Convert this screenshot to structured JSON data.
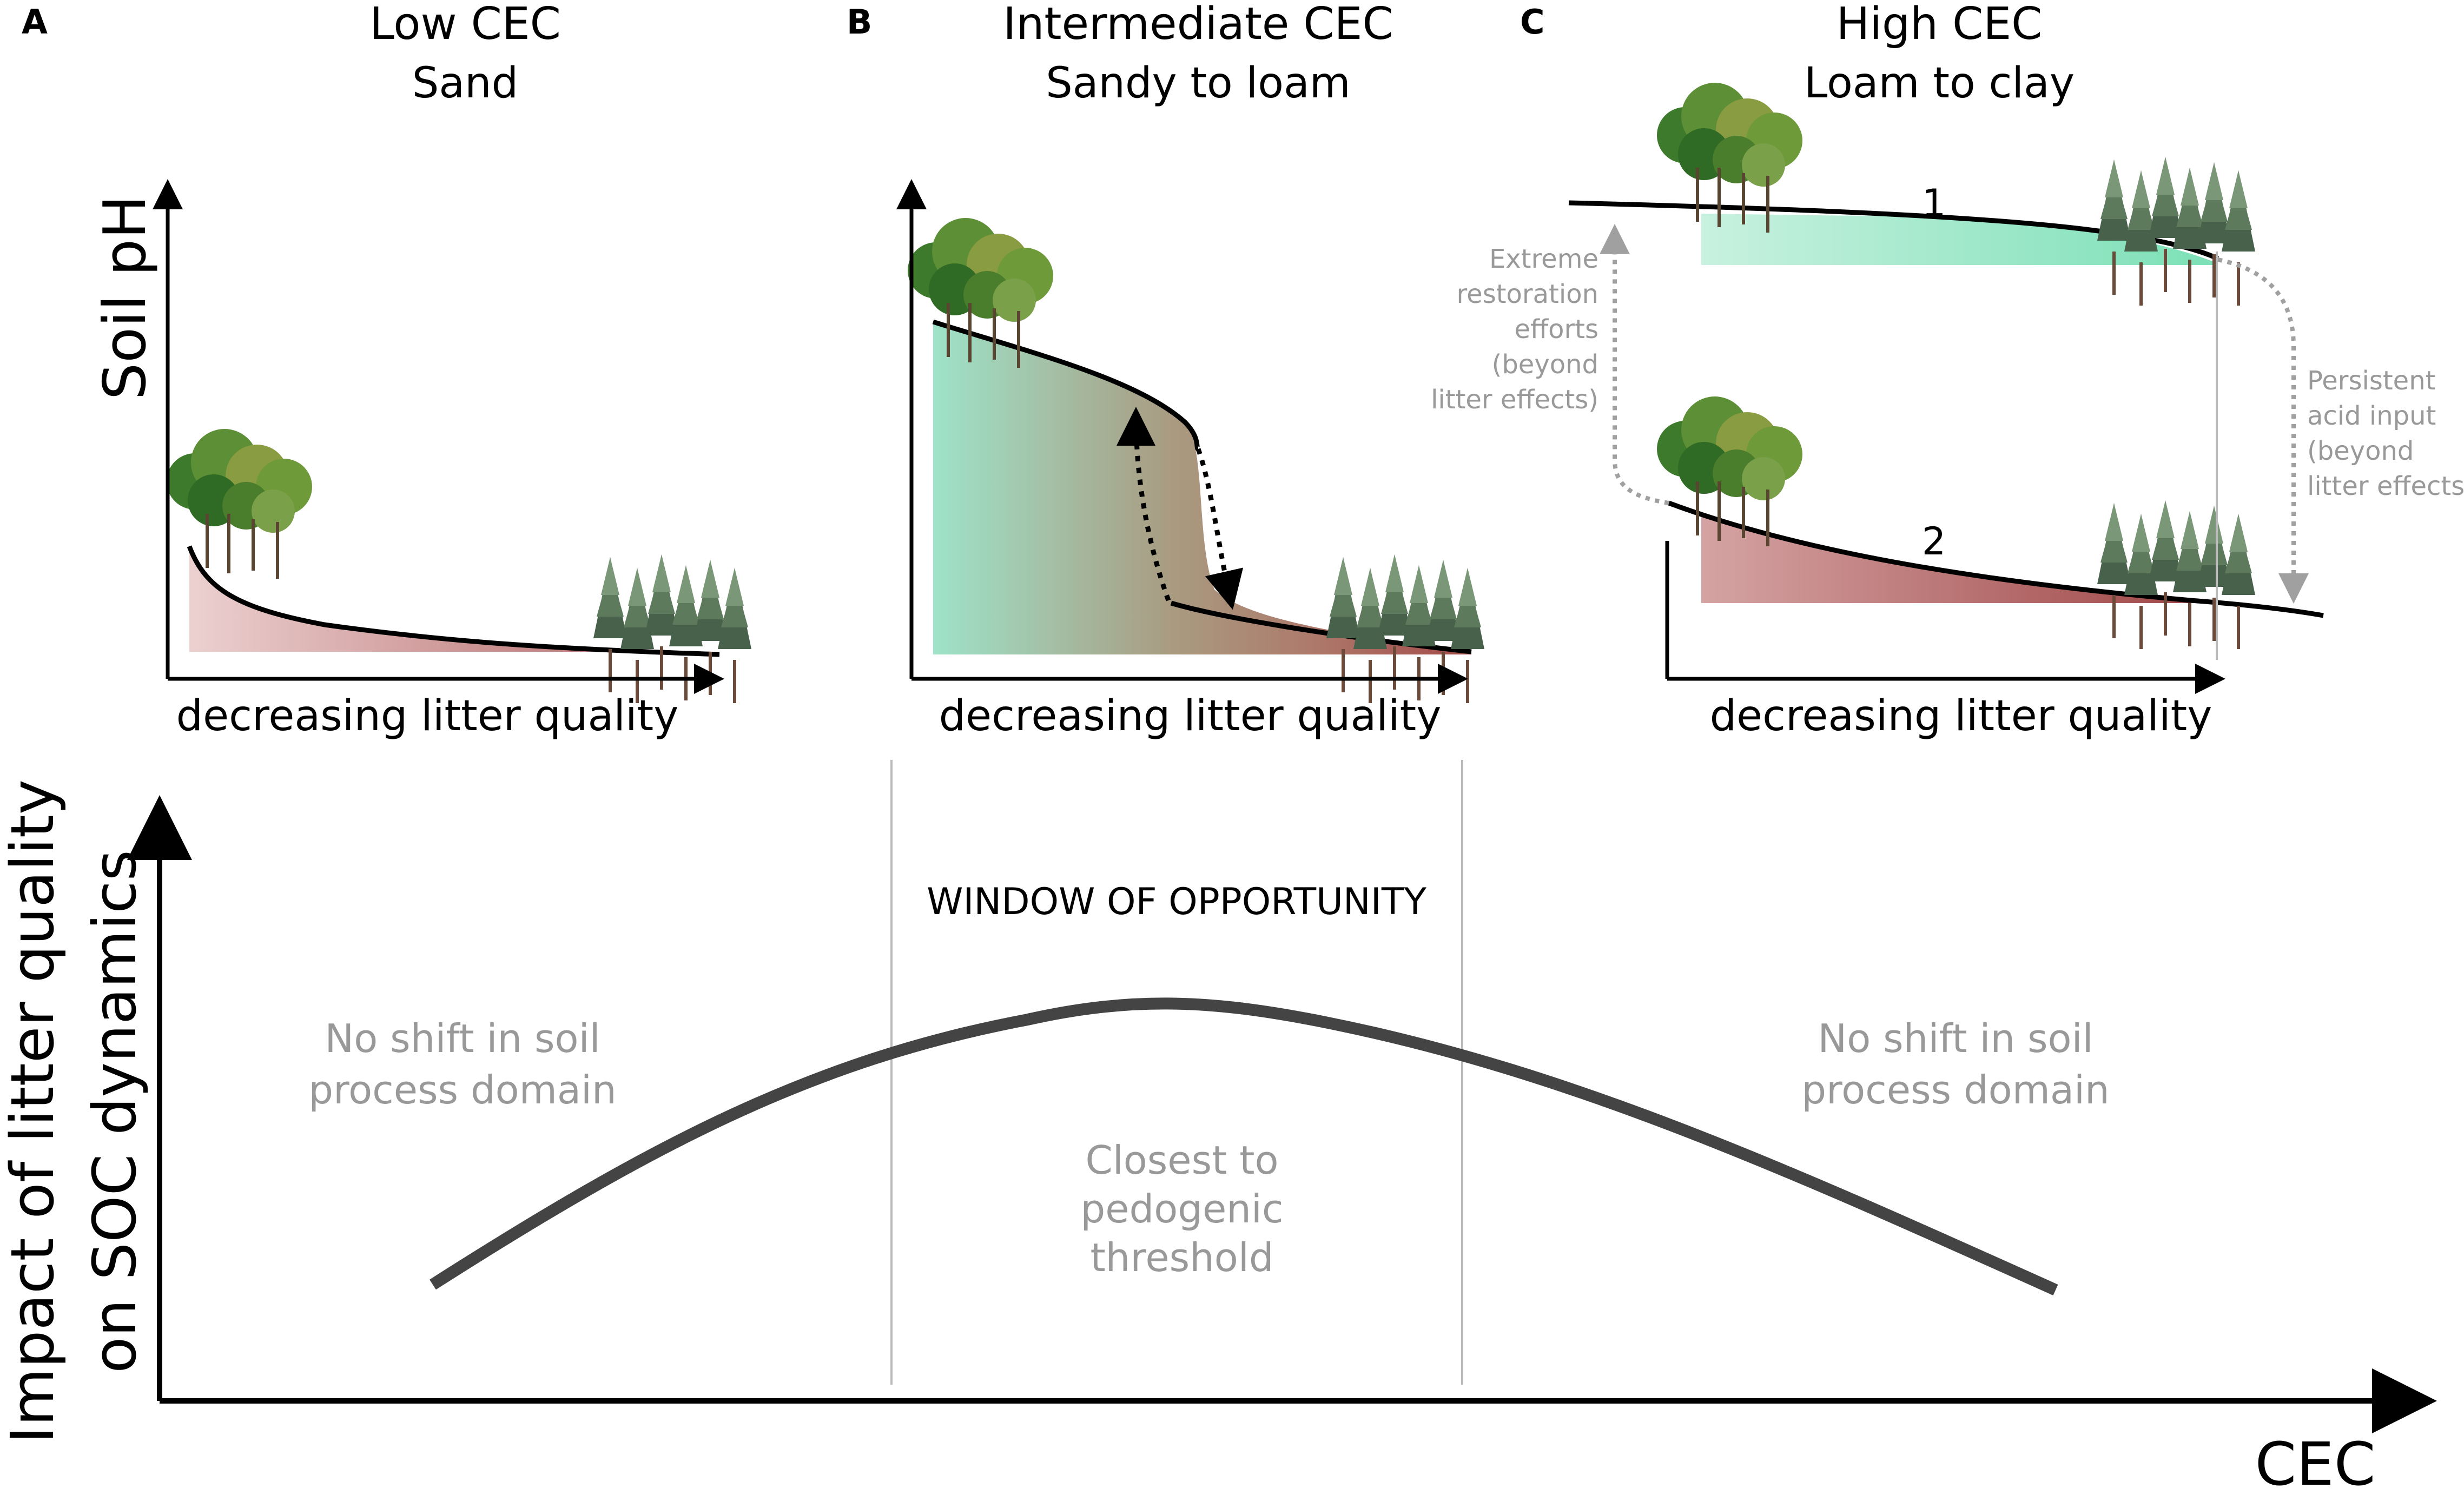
{
  "colors": {
    "axis": "#000000",
    "curve": "#000000",
    "bell_curve": "#444444",
    "gray_text": "#999999",
    "divider": "#bbbbbb",
    "dotted_gray": "#a0a0a0",
    "green_fill": "#8de3c0",
    "red_fill": "#b76b6b",
    "light_red_fill": "#e9c4c4"
  },
  "icons": {
    "deciduous": "deciduous-trees-icon",
    "conifer": "conifer-trees-icon"
  },
  "panels": {
    "a": {
      "letter": "A",
      "title": "Low CEC",
      "subtitle": "Sand",
      "y_axis_label": "Soil pH",
      "x_axis_label": "decreasing litter quality"
    },
    "b": {
      "letter": "B",
      "title": "Intermediate CEC",
      "subtitle": "Sandy to loam",
      "x_axis_label": "decreasing litter quality"
    },
    "c": {
      "letter": "C",
      "title": "High CEC",
      "subtitle": "Loam to clay",
      "x_axis_label": "decreasing litter quality",
      "curve_1_label": "1",
      "curve_2_label": "2",
      "left_annotation": [
        "Extreme",
        "restoration",
        "efforts",
        "(beyond",
        "litter effects)"
      ],
      "right_annotation": [
        "Persistent",
        "acid input",
        "(beyond",
        "litter effects)"
      ]
    }
  },
  "bottom": {
    "y_axis_label_line1": "Impact of litter quality",
    "y_axis_label_line2": "on SOC dynamics",
    "x_axis_label": "CEC",
    "window_label": "WINDOW OF OPPORTUNITY",
    "left_note": [
      "No shift in soil",
      "process domain"
    ],
    "right_note": [
      "No shift in soil",
      "process domain"
    ],
    "center_note": [
      "Closest to",
      "pedogenic",
      "threshold"
    ]
  }
}
